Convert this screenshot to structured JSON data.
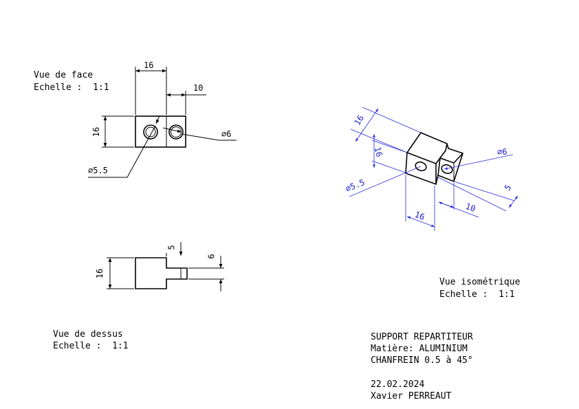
{
  "views": {
    "front": {
      "title": "Vue de face",
      "scale": "Echelle :  1:1"
    },
    "top": {
      "title": "Vue de dessus",
      "scale": "Echelle :  1:1"
    },
    "iso": {
      "title": "Vue isométrique",
      "scale": "Echelle :  1:1"
    }
  },
  "dimensions": {
    "front": {
      "width": "16",
      "step": "10",
      "height": "16",
      "hole_small": "⌀6",
      "hole_large": "⌀5.5"
    },
    "top": {
      "slot": "5",
      "tab": "6",
      "height": "16"
    },
    "iso": {
      "height": "16",
      "side": "16",
      "hole_small": "⌀6",
      "hole_large": "⌀5.5",
      "thickness": "5",
      "length": "10",
      "width": "16"
    }
  },
  "title_block": {
    "part_name": "SUPPORT REPARTITEUR",
    "material": "Matière: ALUMINIUM",
    "chamfer": "CHANFREIN 0.5 à 45°",
    "date": "22.02.2024",
    "author": "Xavier PERREAUT"
  },
  "colors": {
    "iso_dimension": "#2a2ae0",
    "line": "#000000"
  }
}
